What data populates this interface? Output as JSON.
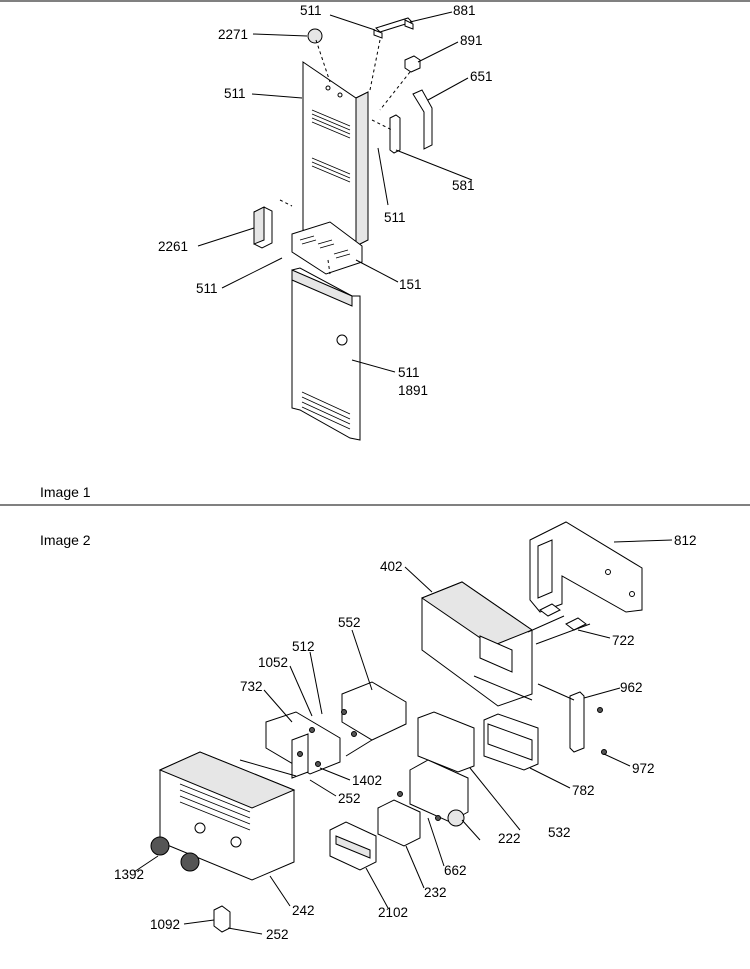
{
  "captions": {
    "image1": "Image 1",
    "image2": "Image 2"
  },
  "labels": [
    "511",
    "881",
    "2271",
    "891",
    "511",
    "651",
    "581",
    "511",
    "2261",
    "151",
    "511",
    "511",
    "1891",
    "812",
    "402",
    "722",
    "552",
    "512",
    "1052",
    "732",
    "962",
    "972",
    "1402",
    "252",
    "782",
    "532",
    "222",
    "662",
    "1392",
    "232",
    "242",
    "2102",
    "1092",
    "252"
  ],
  "colors": {
    "line": "#000000",
    "part_fill": "#ffffff",
    "shade": "#e6e6e6"
  }
}
